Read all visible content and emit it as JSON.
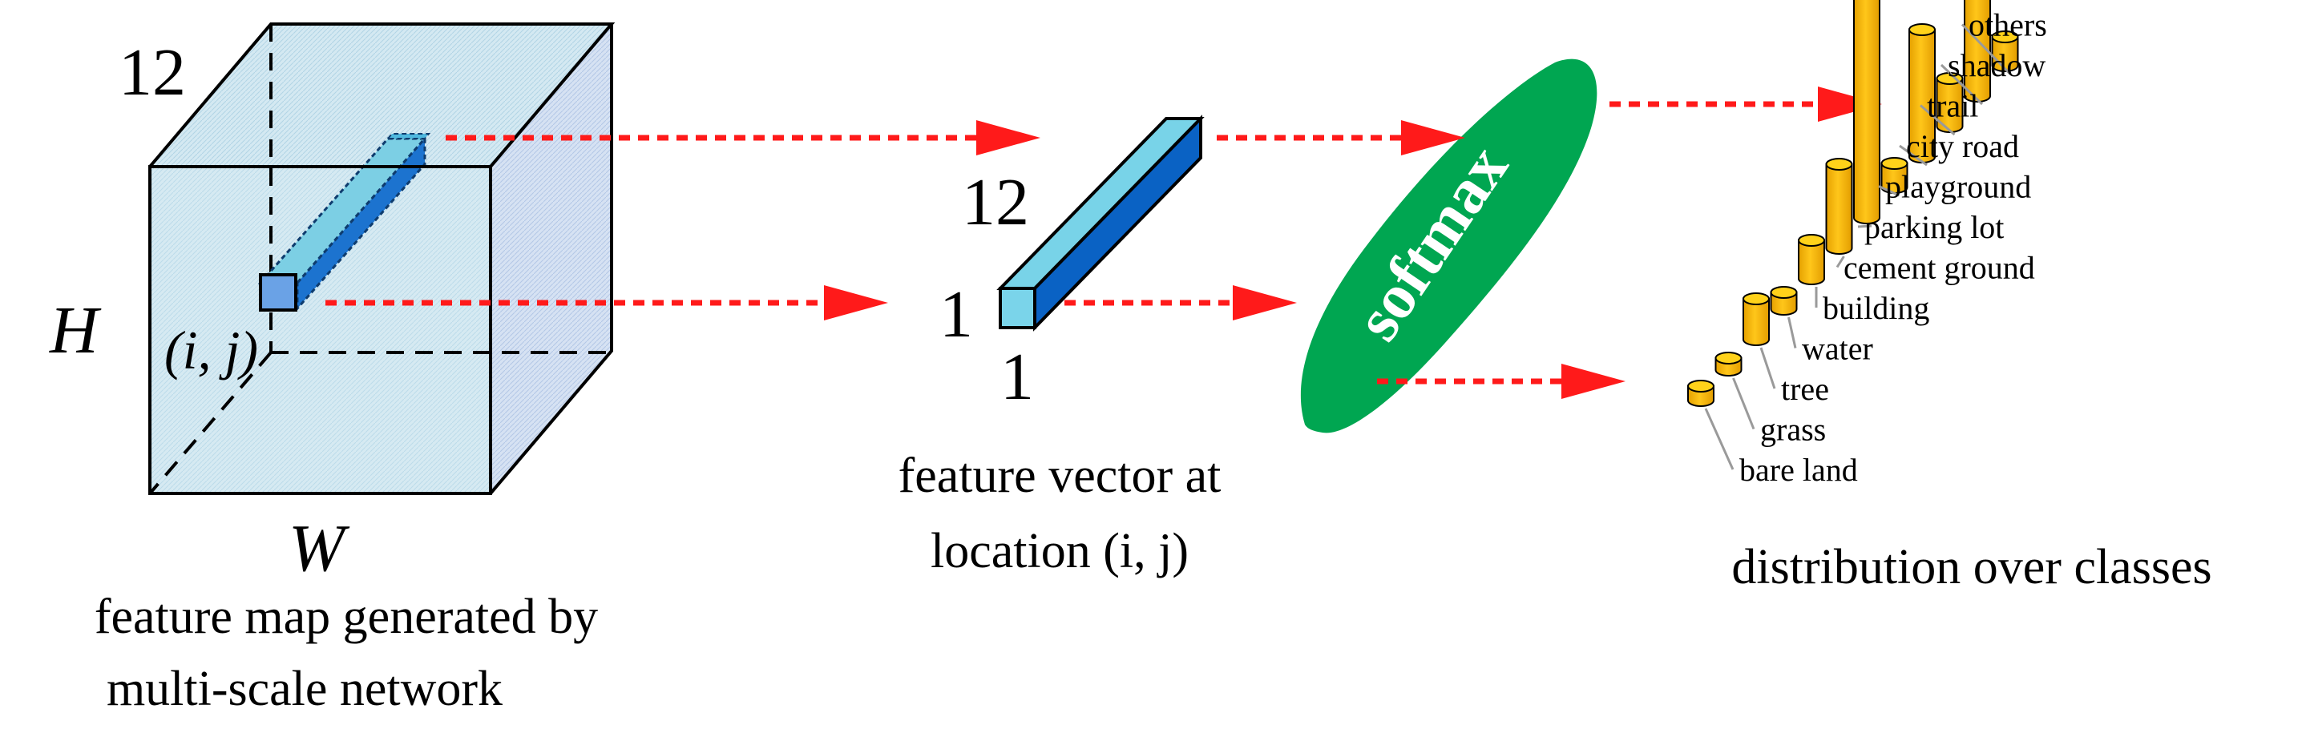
{
  "feature_map": {
    "depth_label": "12",
    "height_label": "H",
    "width_label": "W",
    "location_label": "(i, j)",
    "caption_line1": "feature map generated by",
    "caption_line2": "multi-scale network"
  },
  "feature_vector": {
    "depth_label": "12",
    "height_label": "1",
    "width_label": "1",
    "caption_line1": "feature vector at",
    "caption_line2": "location (i, j)"
  },
  "softmax": {
    "label": "softmax"
  },
  "distribution": {
    "caption": "distribution over classes",
    "classes": [
      {
        "label": "bare land",
        "value": 0.06
      },
      {
        "label": "grass",
        "value": 0.05
      },
      {
        "label": "tree",
        "value": 0.17
      },
      {
        "label": "water",
        "value": 0.07
      },
      {
        "label": "building",
        "value": 0.16
      },
      {
        "label": "cement ground",
        "value": 0.35
      },
      {
        "label": "parking lot",
        "value": 1.0
      },
      {
        "label": "playground",
        "value": 0.1
      },
      {
        "label": "city road",
        "value": 0.53
      },
      {
        "label": "trail",
        "value": 0.2
      },
      {
        "label": "shadow",
        "value": 0.55
      },
      {
        "label": "others",
        "value": 0.12
      }
    ]
  },
  "colors": {
    "arrow": "#ff1a1a",
    "softmax_fill": "#00a651",
    "bar_fill": "#f5b400",
    "bar_top": "#ffd21a",
    "cube_face": "#c5e3ee",
    "vector_light": "#6fd0e6",
    "vector_dark": "#0b63c6"
  }
}
